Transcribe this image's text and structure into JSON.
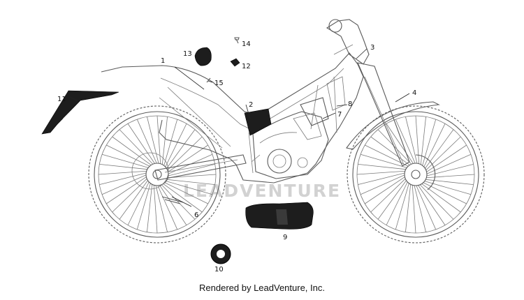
{
  "watermark": "LEADVENTURE",
  "credit": "Rendered by LeadVenture, Inc.",
  "callouts": [
    "1",
    "2",
    "3",
    "4",
    "6",
    "7",
    "8",
    "9",
    "10",
    "11",
    "12",
    "13",
    "14",
    "15"
  ],
  "colors": {
    "line": "#5a5a5a",
    "part_fill": "#1d1d1d",
    "watermark": "#d2d2d2"
  }
}
